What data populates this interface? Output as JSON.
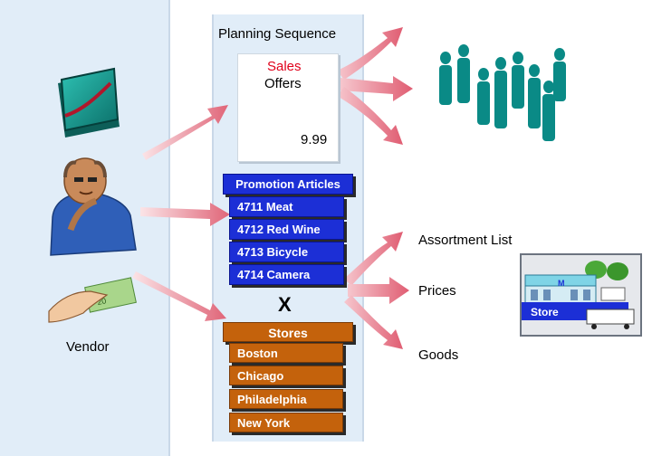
{
  "planning": {
    "title": "Planning Sequence"
  },
  "offers": {
    "line1": "Sales",
    "line2": "Offers",
    "price": "9.99"
  },
  "promotion": {
    "header": "Promotion Articles",
    "articles": [
      "4711 Meat",
      "4712 Red Wine",
      "4713 Bicycle",
      "4714 Camera"
    ]
  },
  "cross": "X",
  "stores": {
    "header": "Stores",
    "items": [
      "Boston",
      "Chicago",
      "Philadelphia",
      "New York"
    ]
  },
  "vendor": {
    "label": "Vendor"
  },
  "outputs": {
    "assortment": "Assortment List",
    "prices": "Prices",
    "goods": "Goods"
  },
  "store_image": {
    "label": "Store",
    "sign": "M"
  },
  "colors": {
    "blue": "#1c2fd6",
    "orange": "#c4620c",
    "panel": "#e1edf8",
    "arrow": "#e8838f",
    "people": "#0a8a86"
  }
}
